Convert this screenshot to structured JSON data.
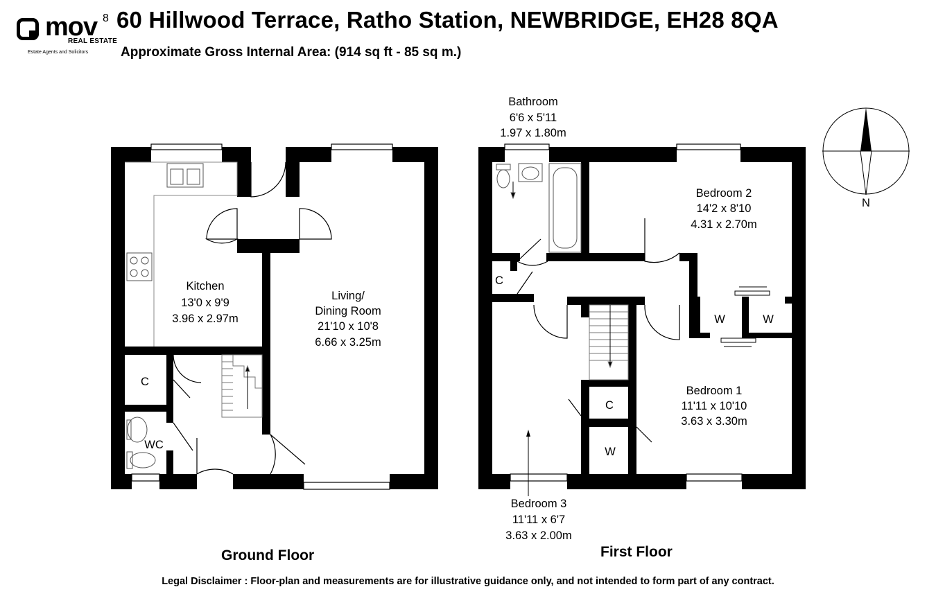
{
  "logo": {
    "word": "mov",
    "superscript": "8",
    "line": "REAL ESTATE",
    "tagline": "Estate Agents and Solicitors"
  },
  "header": {
    "title": "60 Hillwood Terrace, Ratho Station, NEWBRIDGE, EH28 8QA",
    "subtitle": "Approximate Gross Internal Area: (914 sq ft - 85 sq m.)"
  },
  "ground_floor": {
    "label": "Ground Floor",
    "rooms": {
      "kitchen": {
        "name": "Kitchen",
        "imperial": "13'0 x 9'9",
        "metric": "3.96 x 2.97m"
      },
      "living": {
        "name_line1": "Living/",
        "name_line2": "Dining Room",
        "imperial": "21'10 x 10'8",
        "metric": "6.66 x 3.25m"
      },
      "cupboard": {
        "name": "C"
      },
      "wc": {
        "name": "WC"
      }
    }
  },
  "first_floor": {
    "label": "First Floor",
    "rooms": {
      "bathroom": {
        "name": "Bathroom",
        "imperial": "6'6 x 5'11",
        "metric": "1.97 x 1.80m"
      },
      "bedroom2": {
        "name": "Bedroom 2",
        "imperial": "14'2 x 8'10",
        "metric": "4.31 x 2.70m"
      },
      "bedroom1": {
        "name": "Bedroom 1",
        "imperial": "11'11 x 10'10",
        "metric": "3.63 x 3.30m"
      },
      "bedroom3": {
        "name": "Bedroom 3",
        "imperial": "11'11 x 6'7",
        "metric": "3.63 x 2.00m"
      },
      "cupboard_landing": {
        "name": "C"
      },
      "cupboard_stair": {
        "name": "C"
      },
      "wardrobe_a": {
        "name": "W"
      },
      "wardrobe_b": {
        "name": "W"
      },
      "wardrobe_c": {
        "name": "W"
      }
    }
  },
  "compass": {
    "label": "N"
  },
  "disclaimer": "Legal Disclaimer : Floor-plan and measurements are for illustrative guidance only, and not intended to form part of any contract."
}
